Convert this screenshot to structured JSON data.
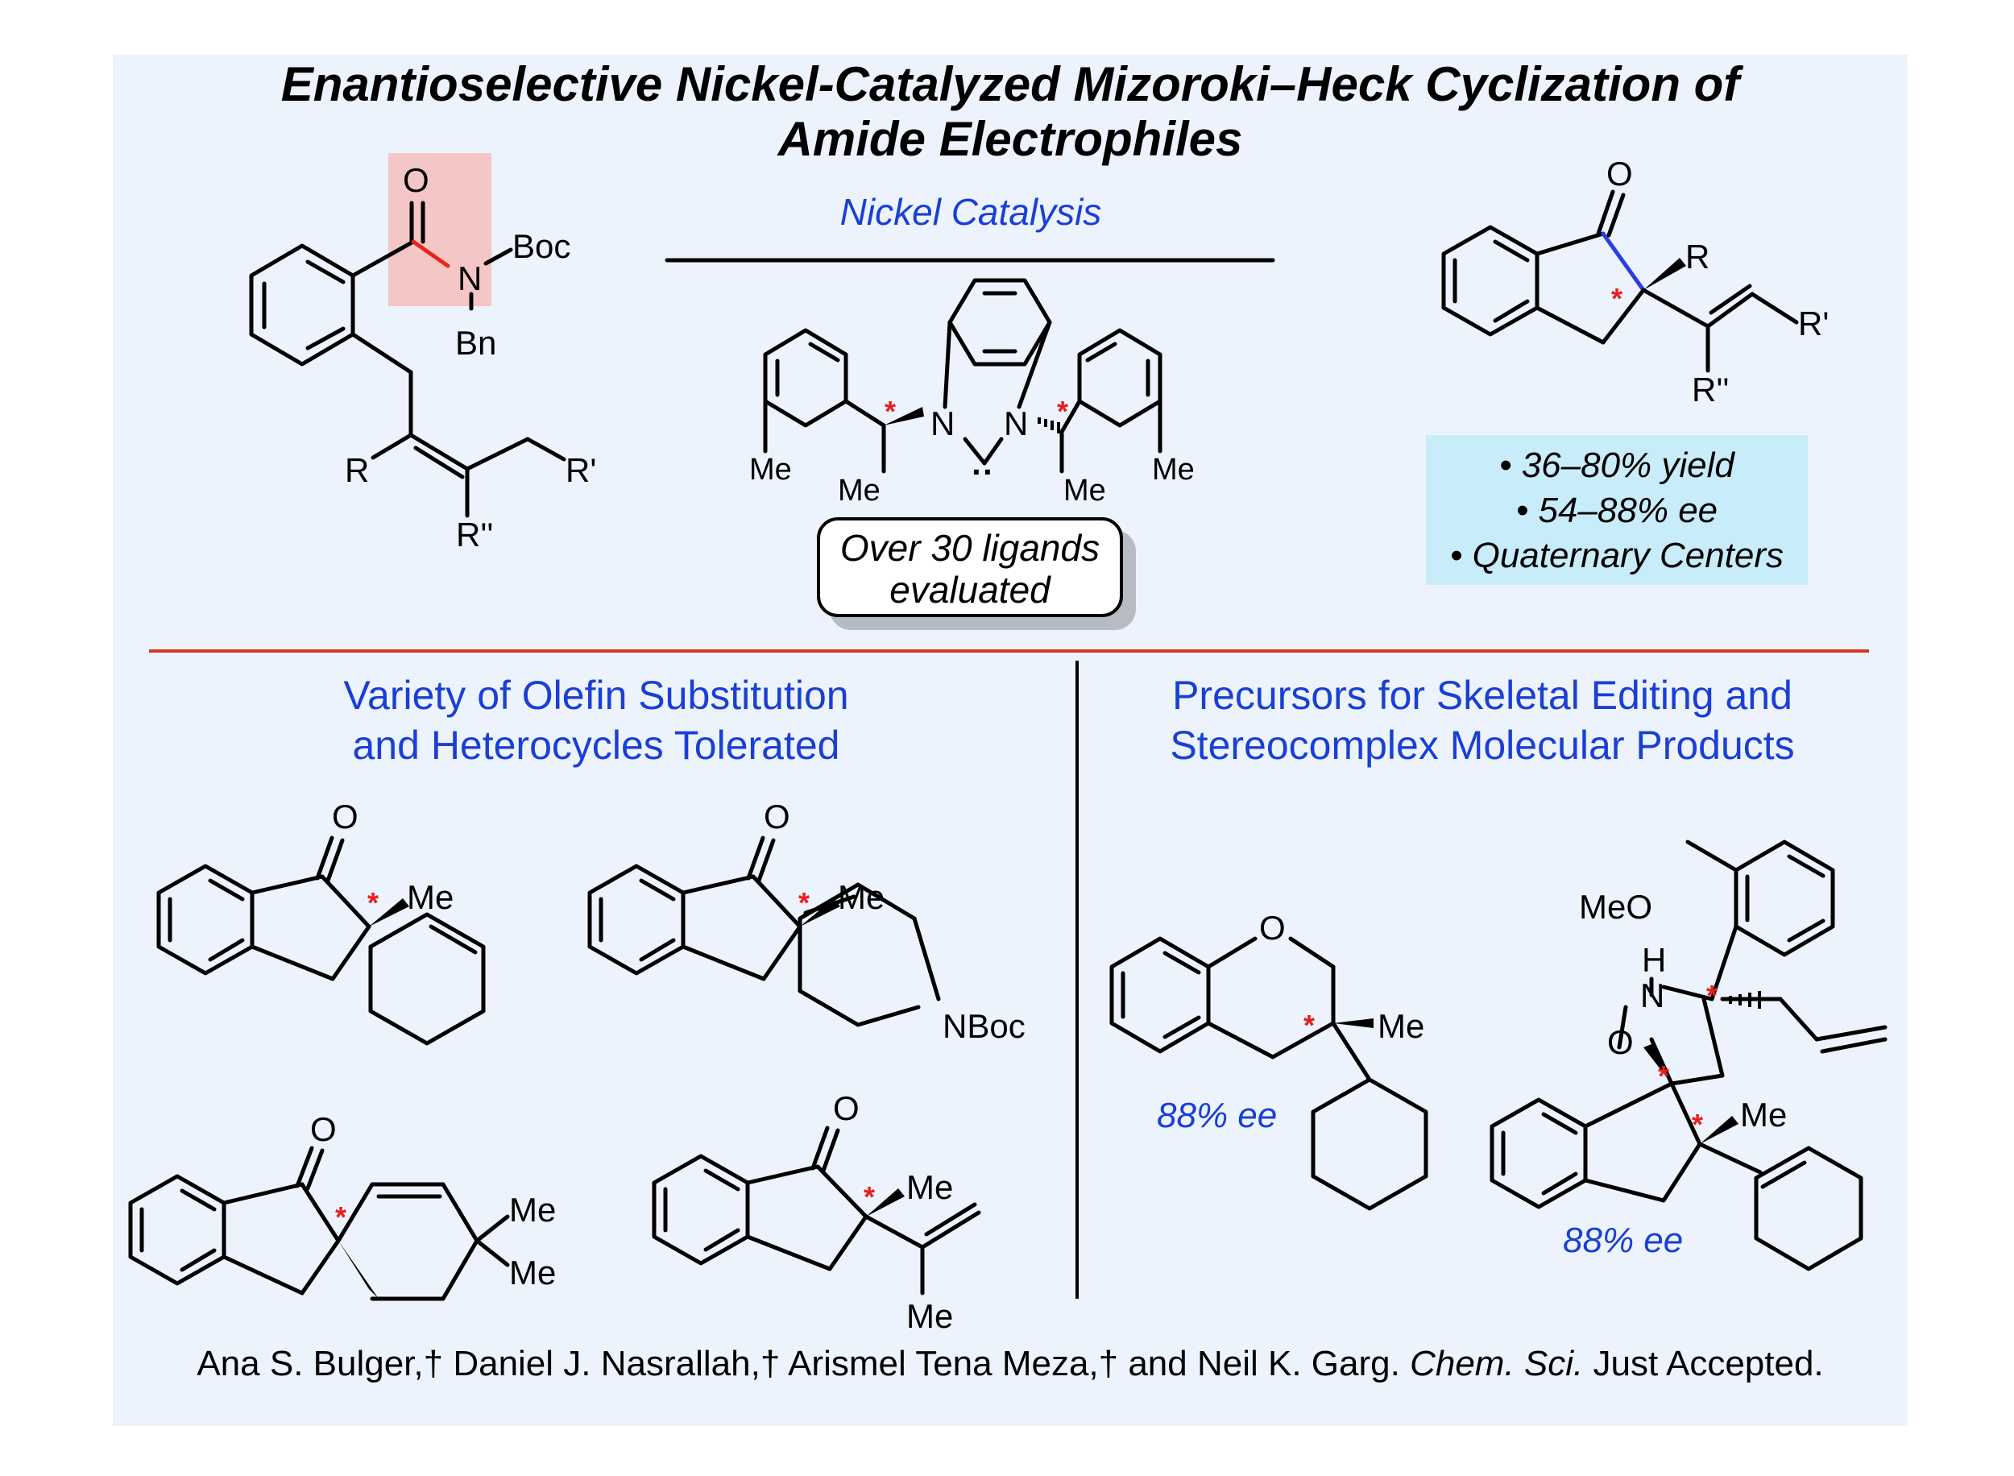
{
  "title": {
    "line1": "Enantioselective Nickel-Catalyzed Mizoroki–Heck Cyclization of",
    "line2": "Amide Electrophiles"
  },
  "reaction": {
    "condition_label": "Nickel Catalysis",
    "substrate_labels": {
      "o": "O",
      "n": "N",
      "boc": "Boc",
      "bn": "Bn",
      "r": "R",
      "r_prime": "R'",
      "r_dprime": "R''"
    },
    "product_labels": {
      "o": "O",
      "r": "R",
      "r_prime": "R'",
      "r_dprime": "R''"
    },
    "ligand_labels": {
      "n1": "N",
      "n2": "N",
      "me_left_ring": "Me",
      "me_left_stereo": "Me",
      "me_right_stereo": "Me",
      "me_right_ring": "Me",
      "carbene": "··"
    },
    "ligand_note": {
      "line1": "Over 30 ligands",
      "line2": "evaluated"
    },
    "results": [
      "• 36–80% yield",
      "• 54–88% ee",
      "• Quaternary Centers"
    ]
  },
  "left_section": {
    "heading_line1": "Variety of Olefin Substitution",
    "heading_line2": "and Heterocycles Tolerated",
    "labels": {
      "o1": "O",
      "me1": "Me",
      "o2": "O",
      "me2": "Me",
      "nboc": "NBoc",
      "o3": "O",
      "me3a": "Me",
      "me3b": "Me",
      "o4": "O",
      "me4a": "Me",
      "me4b": "Me"
    }
  },
  "right_section": {
    "heading_line1": "Precursors for Skeletal Editing and",
    "heading_line2": "Stereocomplex Molecular Products",
    "labels": {
      "chroman_o": "O",
      "chroman_me": "Me",
      "meo": "MeO",
      "h": "H",
      "n": "N",
      "o": "O",
      "me": "Me"
    },
    "ee_left": "88% ee",
    "ee_right": "88% ee"
  },
  "stereo_star": "*",
  "authors": {
    "names": "Ana S. Bulger,† Daniel J. Nasrallah,† Arismel Tena Meza,† and Neil K. Garg.",
    "journal": "Chem. Sci.",
    "status": "Just Accepted."
  },
  "colors": {
    "panel": "#edf3fc",
    "heading_blue": "#1a3fd6",
    "divider_red": "#e0341f",
    "highlight": "#f5c6c6",
    "results_box": "#c9ecfa",
    "star_red": "#e81e1e",
    "bond_red": "#e8261a",
    "bond_blue": "#2a3fe0"
  }
}
